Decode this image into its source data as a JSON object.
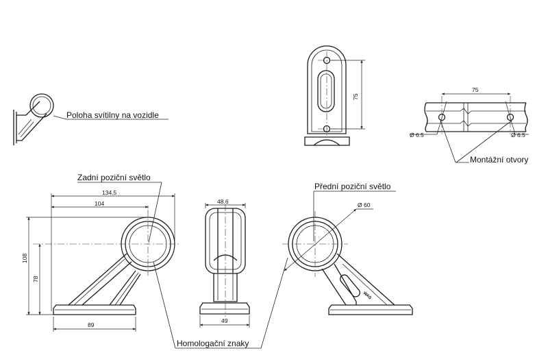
{
  "labels": {
    "position_on_vehicle": "Poloha svítilny na vozidle",
    "rear_position_light": "Zadní poziční světlo",
    "front_position_light": "Přední poziční světlo",
    "mounting_holes": "Montážní otvory",
    "homologation_marks": "Homologační znaky"
  },
  "dimensions": {
    "overall_width": "134.5",
    "arm_reach": "104",
    "overall_height": "108",
    "lamp_center_height": "78",
    "base_length": "89",
    "lamp_depth": "48.6",
    "base_width": "49",
    "lamp_diameter": "Ø 60",
    "hole_spacing_vertical": "75",
    "hole_spacing_horizontal": "75",
    "hole_left": "Ø 6.5",
    "hole_right": "Ø 6.5"
  },
  "marking": "WAS"
}
